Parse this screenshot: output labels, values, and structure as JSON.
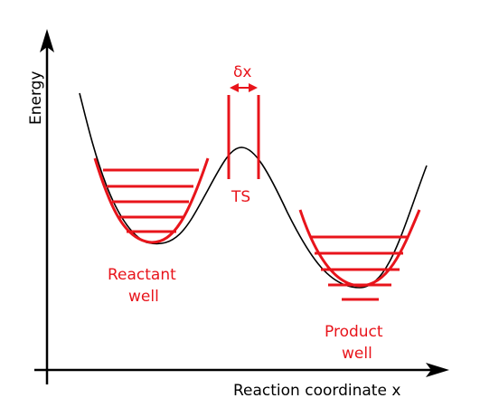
{
  "colors": {
    "accent": "#e8141b",
    "curve": "#000000",
    "axes": "#000000"
  },
  "axes": {
    "y_label": "Energy",
    "x_label": "Reaction coordinate x"
  },
  "labels": {
    "delta_x": "δx",
    "ts": "TS",
    "reactant_line1": "Reactant",
    "reactant_line2": "well",
    "product_line1": "Product",
    "product_line2": "well"
  },
  "wells": {
    "reactant_levels": 5,
    "product_levels": 5
  }
}
